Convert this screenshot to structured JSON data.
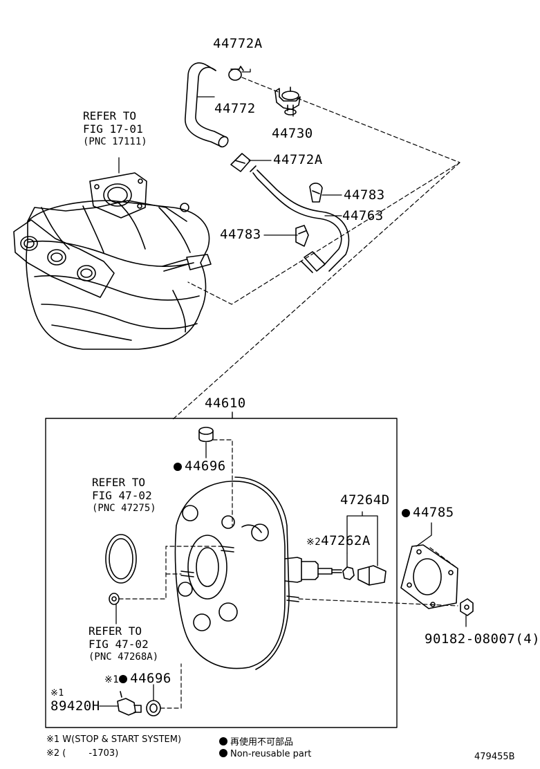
{
  "parts": {
    "p44772A_top": "44772A",
    "p44772": "44772",
    "p44730": "44730",
    "p44772A_mid": "44772A",
    "p44783_right": "44783",
    "p44763": "44763",
    "p44783_left": "44783",
    "p44610": "44610",
    "p44696_top": "44696",
    "p47264D": "47264D",
    "p47262A": "47262A",
    "p44785": "44785",
    "p90182": "90182-08007(4)",
    "p44696_bottom": "44696",
    "p89420H": "89420H"
  },
  "marks": {
    "note1": "※1",
    "note2": "※2"
  },
  "refs": {
    "ref1": {
      "line1": "REFER TO",
      "line2": "FIG 17-01",
      "line3": "(PNC 17111)"
    },
    "ref2": {
      "line1": "REFER TO",
      "line2": "FIG 47-02",
      "line3": "(PNC 47275)"
    },
    "ref3": {
      "line1": "REFER TO",
      "line2": "FIG 47-02",
      "line3": "(PNC 47268A)"
    }
  },
  "legend": {
    "note1": "※1 W(STOP & START SYSTEM)",
    "note2": "※2 (        -1703)",
    "nonreusable_jp": "再使用不可部品",
    "nonreusable_en": "Non-reusable part"
  },
  "diagram_id": "479455B"
}
